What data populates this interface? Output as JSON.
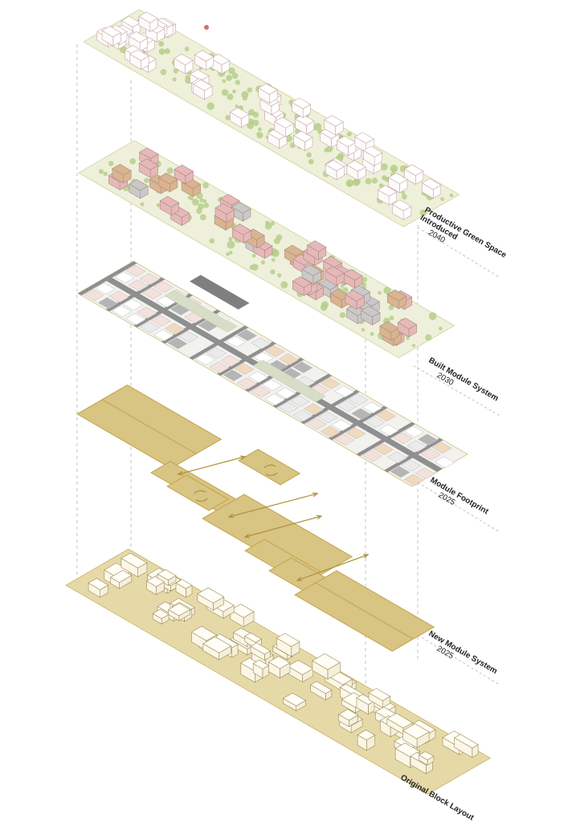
{
  "layers": [
    {
      "key": "green",
      "title_line1": "Productive Green Space",
      "title_line2": "Introduced",
      "year": "2040"
    },
    {
      "key": "built",
      "title_line1": "Built Module System",
      "title_line2": "",
      "year": "2030"
    },
    {
      "key": "footprint",
      "title_line1": "Module Footprint",
      "title_line2": "",
      "year": "2025"
    },
    {
      "key": "newsys",
      "title_line1": "New Module System",
      "title_line2": "",
      "year": "2025"
    },
    {
      "key": "original",
      "title_line1": "Original Block Layout",
      "title_line2": "",
      "year": ""
    }
  ],
  "colors": {
    "tan": "#e6d9a8",
    "tan_stroke": "#c9b46a",
    "gold": "#d8c483",
    "gold_stroke": "#c2a24a",
    "arrow": "#b0903a",
    "road_dark": "#8f8f8f",
    "road_mid": "#b5b5b5",
    "pink": "#f4e1dc",
    "peach": "#f1d9bd",
    "light_grey": "#ebebeb",
    "sage": "#d7ddc7",
    "roof_pink": "#e6b8b8",
    "roof_tan": "#d9b48f",
    "roof_grey": "#c9c9c9",
    "tree": "#b6cf8a",
    "base_green": "#eef0d9",
    "guide": "#aaaaaa"
  }
}
